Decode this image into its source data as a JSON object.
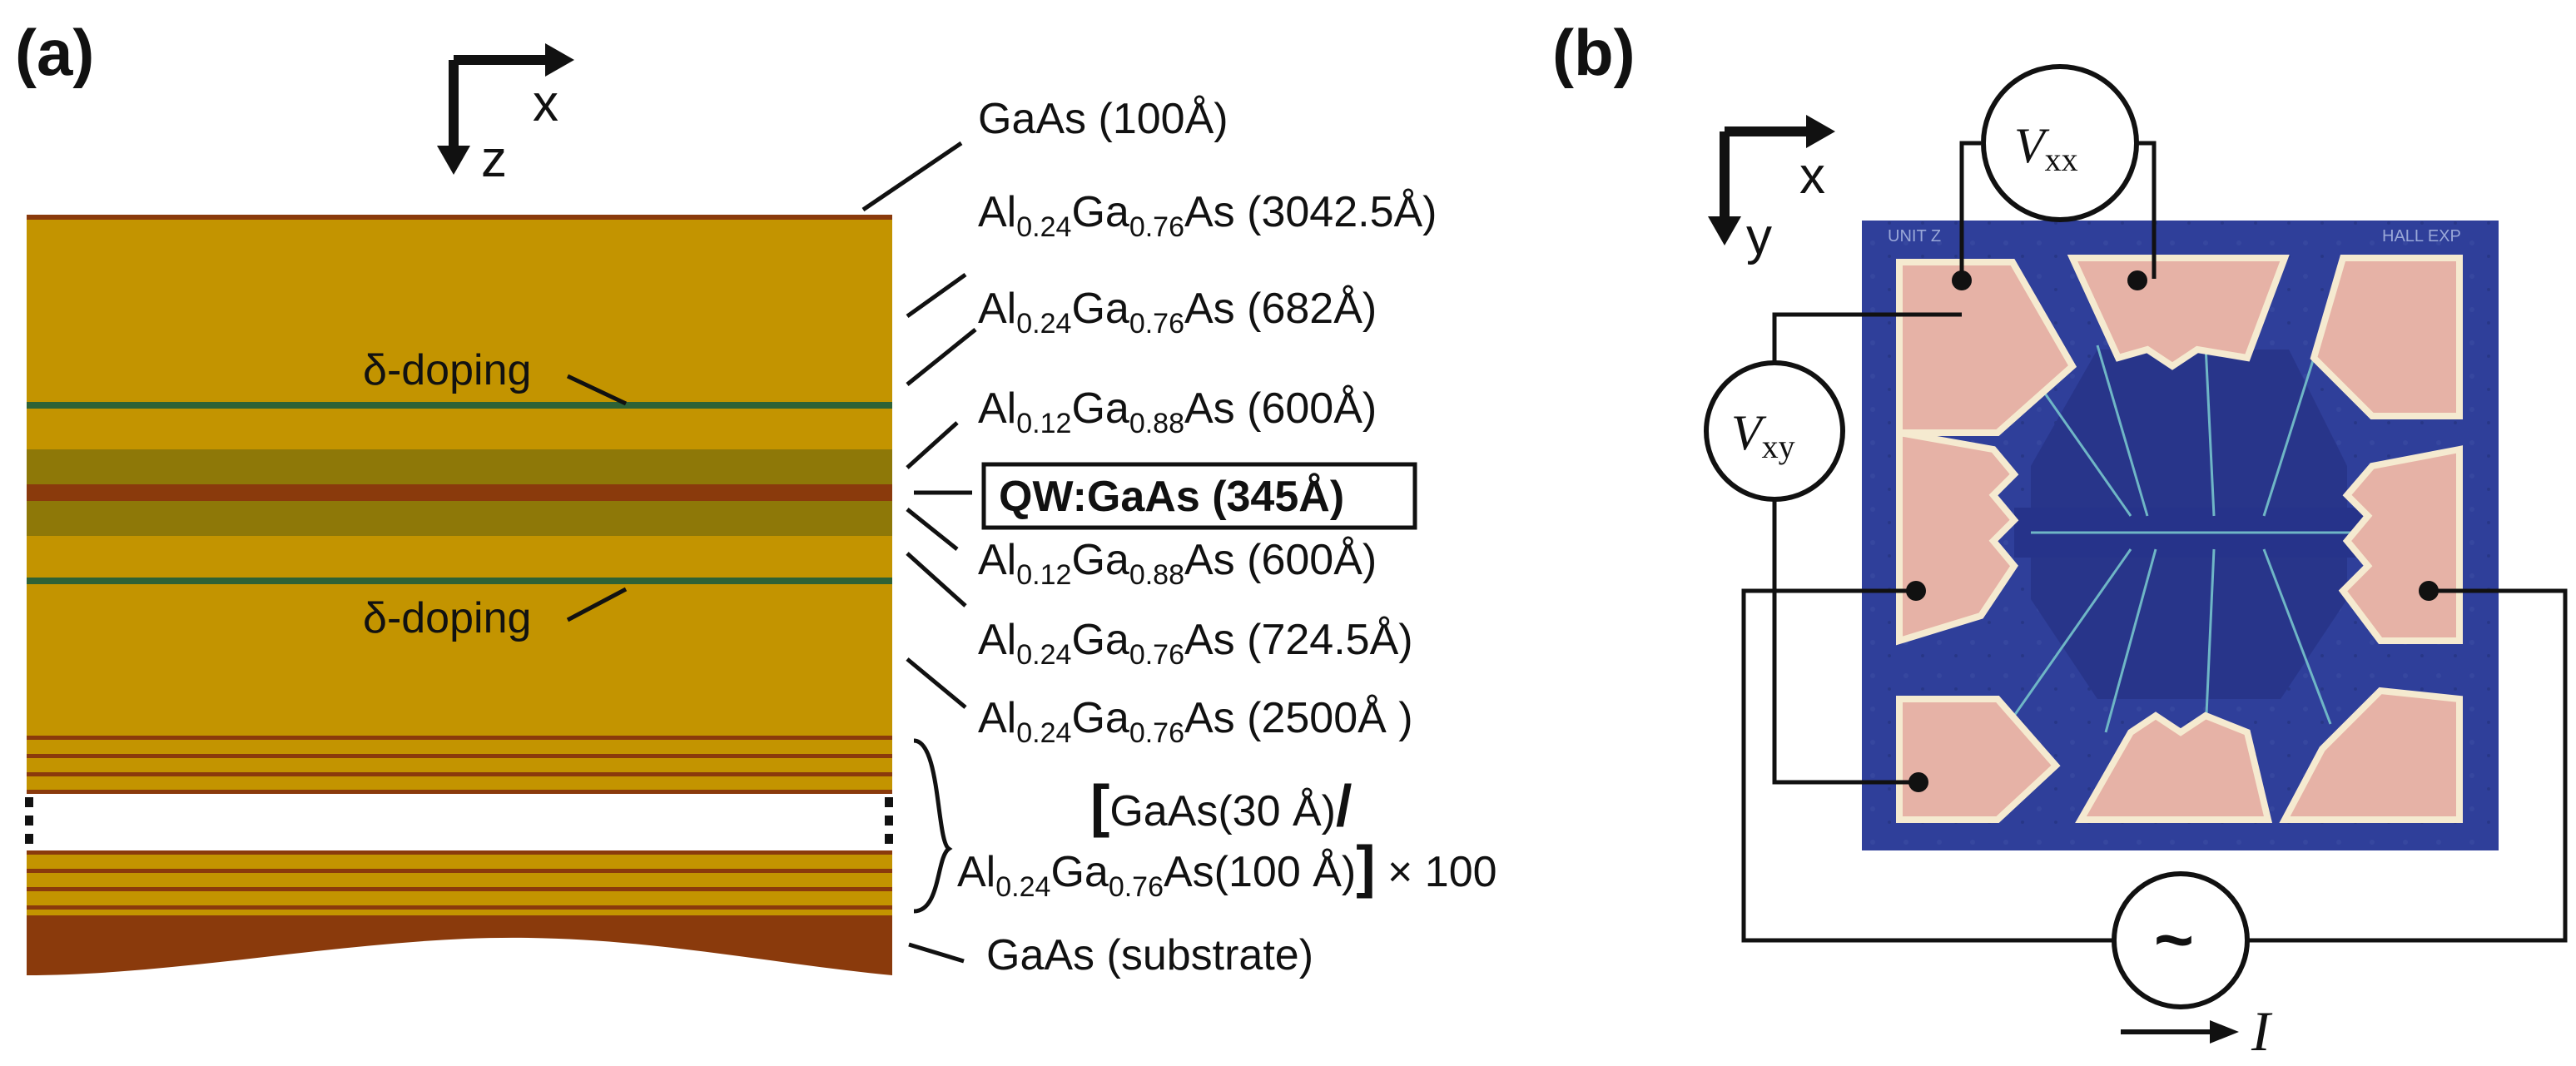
{
  "panel_a": {
    "label": "(a)",
    "axis_x": "x",
    "axis_z": "z",
    "delta_doping_label": "δ-doping",
    "layers": [
      {
        "pre": "GaAs (100Å)"
      },
      {
        "pre": "Al",
        "s1": "0.24",
        "mid": "Ga",
        "s2": "0.76",
        "post": "As (3042.5Å)"
      },
      {
        "pre": "Al",
        "s1": "0.24",
        "mid": "Ga",
        "s2": "0.76",
        "post": "As (682Å)"
      },
      {
        "pre": "Al",
        "s1": "0.12",
        "mid": "Ga",
        "s2": "0.88",
        "post": "As (600Å)"
      },
      {
        "pre": "QW:GaAs (345Å)"
      },
      {
        "pre": "Al",
        "s1": "0.12",
        "mid": "Ga",
        "s2": "0.88",
        "post": "As (600Å)"
      },
      {
        "pre": "Al",
        "s1": "0.24",
        "mid": "Ga",
        "s2": "0.76",
        "post": "As (724.5Å)"
      },
      {
        "pre": "Al",
        "s1": "0.24",
        "mid": "Ga",
        "s2": "0.76",
        "post": "As (2500Å )"
      }
    ],
    "superlattice": {
      "line1": "GaAs(30 Å)",
      "line2_pre": "Al",
      "s1": "0.24",
      "mid": "Ga",
      "s2": "0.76",
      "line2_post": "As(100 Å)",
      "times": "× 100"
    },
    "substrate": "GaAs (substrate)"
  },
  "panel_b": {
    "label": "(b)",
    "axis_x": "x",
    "axis_y": "y",
    "vxx": {
      "main": "V",
      "sub": "xx"
    },
    "vxy": {
      "main": "V",
      "sub": "xy"
    },
    "source_symbol": "~",
    "current": "I",
    "chip_label_left": "UNIT Z",
    "chip_label_right": "HALL EXP"
  },
  "colors": {
    "barrier": "#c39400",
    "spacer": "#8e7808",
    "gaas": "#8a3a0c",
    "doping": "#2e6236",
    "chip_blue": "#2f3f9a",
    "pad_pink": "#e6b2a6",
    "pad_edge": "#f5ead0"
  }
}
